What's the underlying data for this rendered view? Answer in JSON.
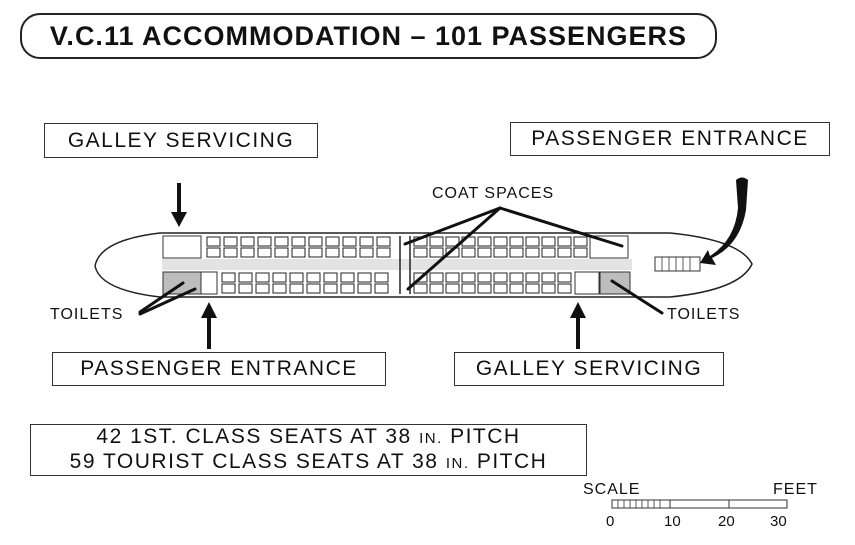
{
  "title": "V.C.11 ACCOMMODATION – 101 PASSENGERS",
  "labels": {
    "galley_servicing_top": "GALLEY SERVICING",
    "passenger_entrance_top": "PASSENGER ENTRANCE",
    "coat_spaces": "COAT SPACES",
    "toilets_left": "TOILETS",
    "toilets_right": "TOILETS",
    "passenger_entrance_bottom": "PASSENGER ENTRANCE",
    "galley_servicing_bottom": "GALLEY SERVICING"
  },
  "seat_summary": {
    "line1_count": "42",
    "line1_text": "1ST. CLASS SEATS AT 38",
    "line1_unit": "IN.",
    "line1_end": "PITCH",
    "line2_count": "59",
    "line2_text": "TOURIST CLASS SEATS AT 38",
    "line2_unit": "IN.",
    "line2_end": "PITCH"
  },
  "scale": {
    "label": "SCALE",
    "unit": "FEET",
    "ticks": [
      "0",
      "10",
      "20",
      "30"
    ]
  },
  "colors": {
    "ink": "#111111",
    "seat": "#222222",
    "shade": "#d8d8d8"
  }
}
